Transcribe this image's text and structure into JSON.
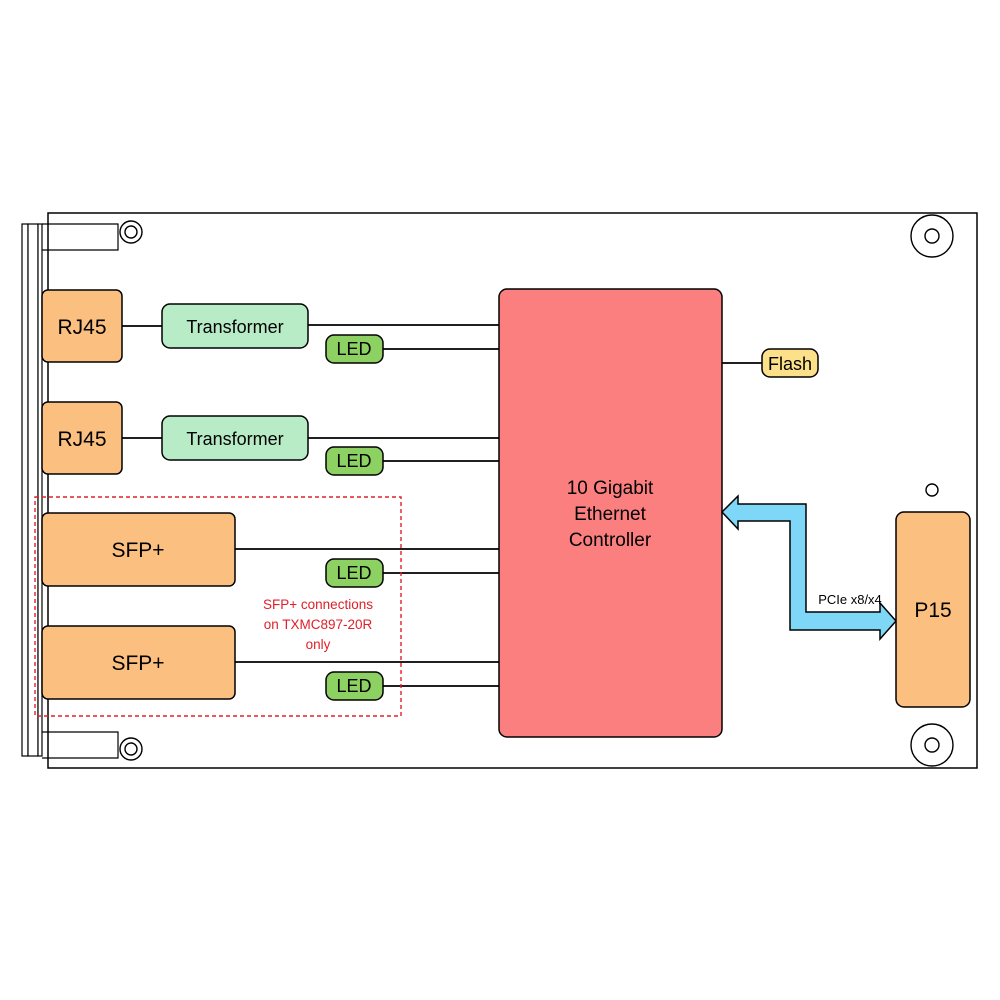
{
  "diagram": {
    "ports": [
      {
        "kind": "rj45",
        "label": "RJ45"
      },
      {
        "kind": "rj45",
        "label": "RJ45"
      },
      {
        "kind": "sfp",
        "label": "SFP+"
      },
      {
        "kind": "sfp",
        "label": "SFP+"
      }
    ],
    "transformers": [
      "Transformer",
      "Transformer"
    ],
    "leds": [
      "LED",
      "LED",
      "LED",
      "LED"
    ],
    "controller": {
      "lines": [
        "10 Gigabit",
        "Ethernet",
        "Controller"
      ]
    },
    "flash": "Flash",
    "connector": "P15",
    "bus_label": "PCIe x8/x4",
    "sfp_note": [
      "SFP+ connections",
      "on TXMC897-20R",
      "only"
    ]
  },
  "colors": {
    "port_fill": "#fbbf80",
    "transformer_fill": "#b8ecc7",
    "led_fill": "#8ed163",
    "flash_fill": "#fde08a",
    "controller_fill": "#fc7f80",
    "arrow_fill": "#7fd7f7",
    "note_color": "#e0202a"
  }
}
